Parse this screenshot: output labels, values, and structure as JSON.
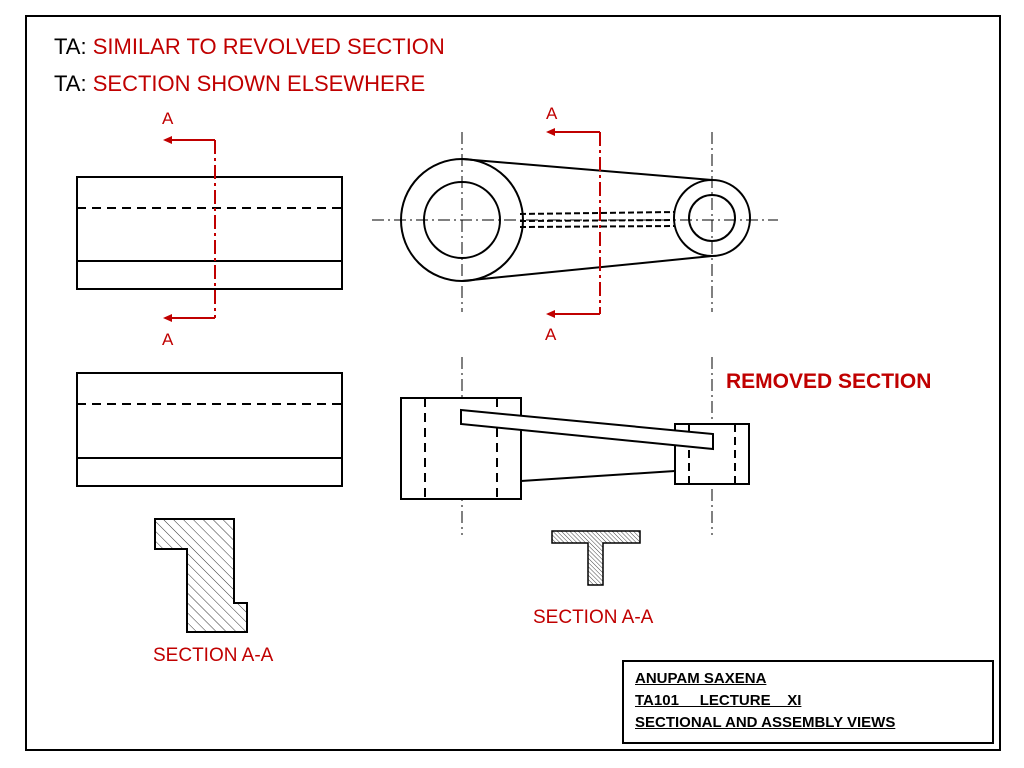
{
  "headings": [
    {
      "prefix": "TA:",
      "text": "SIMILAR TO REVOLVED SECTION"
    },
    {
      "prefix": "TA:",
      "text": "SECTION SHOWN ELSEWHERE"
    }
  ],
  "cutting_plane_labels": {
    "left_top": "A",
    "left_bottom": "A",
    "right_top": "A",
    "right_bottom": "A"
  },
  "removed_section_label": "REMOVED SECTION",
  "section_captions": {
    "left": "SECTION A-A",
    "right": "SECTION A-A"
  },
  "title_block": {
    "author": "ANUPAM SAXENA",
    "course": "TA101     LECTURE    XI",
    "topic": "SECTIONAL AND ASSEMBLY VIEWS"
  },
  "colors": {
    "section_red": "#c00000",
    "line_black": "#000000"
  }
}
